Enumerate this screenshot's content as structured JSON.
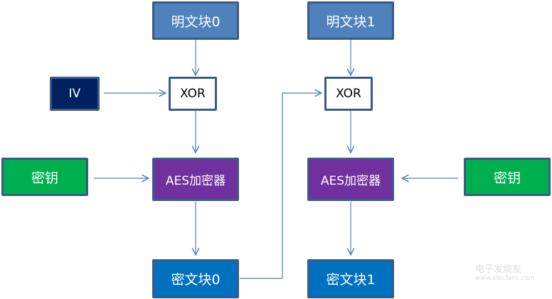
{
  "left": {
    "plaintext": "明文块0",
    "iv": "IV",
    "xor": "XOR",
    "key": "密钥",
    "aes": "AES加密器",
    "ciphertext": "密文块0"
  },
  "right": {
    "plaintext": "明文块1",
    "xor": "XOR",
    "key": "密钥",
    "aes": "AES加密器",
    "ciphertext": "密文块1"
  },
  "colors": {
    "plaintext": "#4f81bd",
    "iv": "#002060",
    "key": "#00b050",
    "aes": "#7030a0",
    "ciphertext": "#0070c0",
    "arrow": "#4f81bd"
  },
  "watermark": {
    "name": "电子发烧友",
    "url": "www.elecfans.com"
  }
}
